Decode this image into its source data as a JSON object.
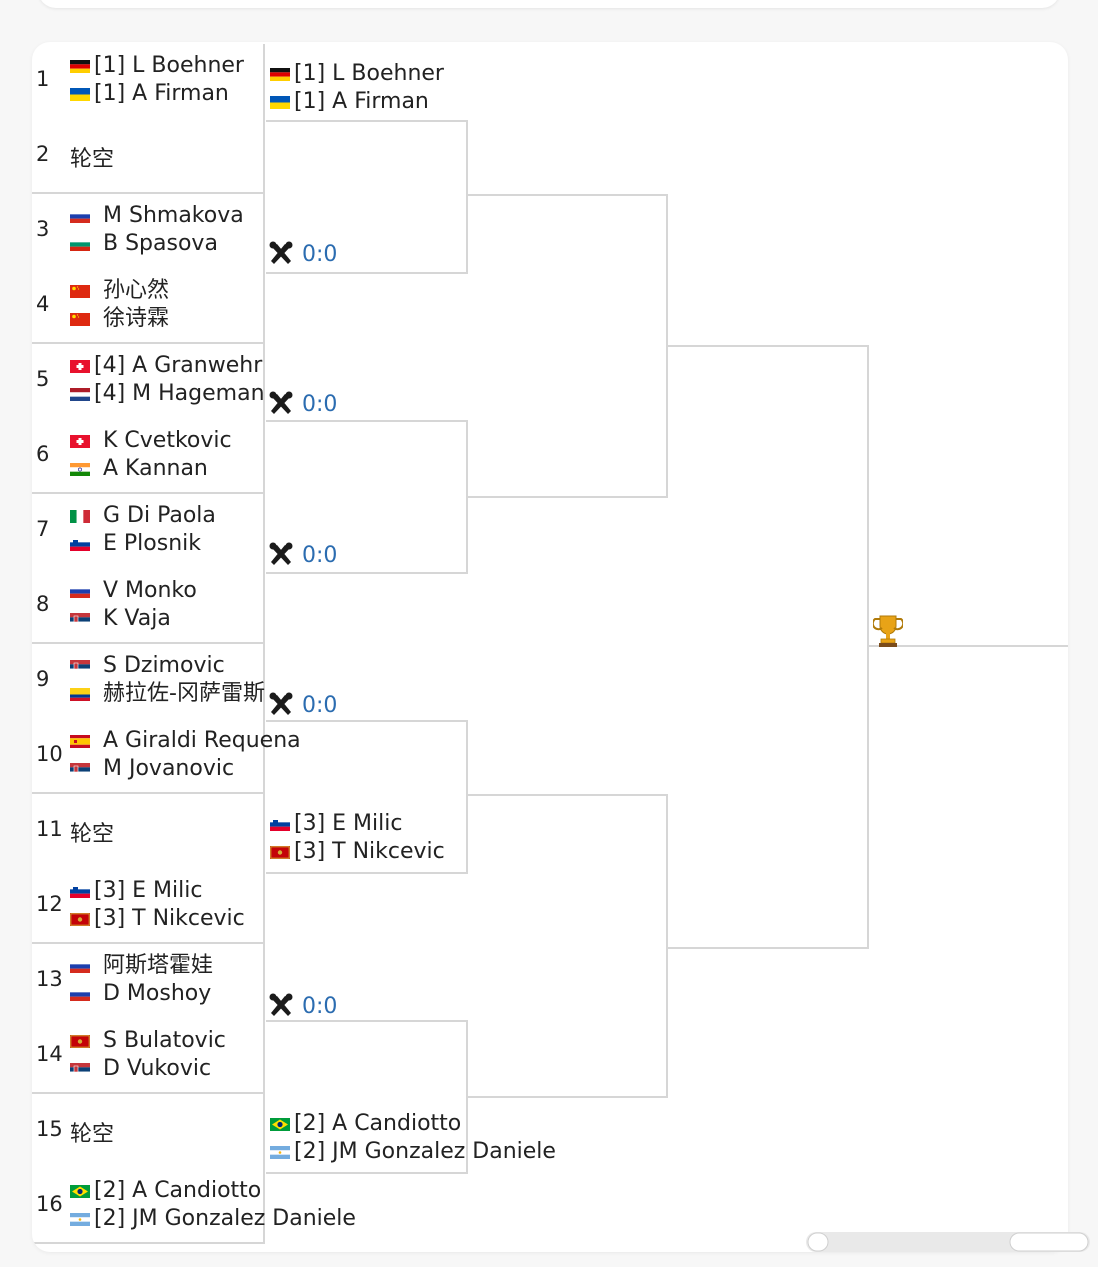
{
  "colors": {
    "score": "#2b6cb0",
    "line": "#d6d6d6"
  },
  "icons": [
    "crossed-rackets-icon",
    "trophy-icon"
  ],
  "round1": [
    {
      "no": "1",
      "players": [
        {
          "flag": "de",
          "name": "[1] L Boehner"
        },
        {
          "flag": "ua",
          "name": "[1] A Firman"
        }
      ]
    },
    {
      "no": "2",
      "bye": "轮空"
    },
    {
      "no": "3",
      "players": [
        {
          "flag": "ru",
          "name": "M Shmakova"
        },
        {
          "flag": "bg",
          "name": "B Spasova"
        }
      ]
    },
    {
      "no": "4",
      "players": [
        {
          "flag": "cn",
          "name": "孙心然"
        },
        {
          "flag": "cn",
          "name": "徐诗霖"
        }
      ]
    },
    {
      "no": "5",
      "players": [
        {
          "flag": "ch",
          "name": "[4] A Granwehr"
        },
        {
          "flag": "nl",
          "name": "[4] M Hageman"
        }
      ]
    },
    {
      "no": "6",
      "players": [
        {
          "flag": "ch",
          "name": "K Cvetkovic"
        },
        {
          "flag": "in",
          "name": "A Kannan"
        }
      ]
    },
    {
      "no": "7",
      "players": [
        {
          "flag": "it",
          "name": "G Di Paola"
        },
        {
          "flag": "si",
          "name": "E Plosnik"
        }
      ]
    },
    {
      "no": "8",
      "players": [
        {
          "flag": "ru",
          "name": "V Monko"
        },
        {
          "flag": "rs",
          "name": "K Vaja"
        }
      ]
    },
    {
      "no": "9",
      "players": [
        {
          "flag": "rs",
          "name": "S Dzimovic"
        },
        {
          "flag": "co",
          "name": "赫拉佐-冈萨雷斯"
        }
      ]
    },
    {
      "no": "10",
      "players": [
        {
          "flag": "es",
          "name": "A Giraldi Requena"
        },
        {
          "flag": "rs",
          "name": "M Jovanovic"
        }
      ]
    },
    {
      "no": "11",
      "bye": "轮空"
    },
    {
      "no": "12",
      "players": [
        {
          "flag": "si",
          "name": "[3] E Milic"
        },
        {
          "flag": "me",
          "name": "[3] T Nikcevic"
        }
      ]
    },
    {
      "no": "13",
      "players": [
        {
          "flag": "ru",
          "name": "阿斯塔霍娃"
        },
        {
          "flag": "ru",
          "name": "D Moshoy"
        }
      ]
    },
    {
      "no": "14",
      "players": [
        {
          "flag": "me",
          "name": "S Bulatovic"
        },
        {
          "flag": "rs",
          "name": "D Vukovic"
        }
      ]
    },
    {
      "no": "15",
      "bye": "轮空"
    },
    {
      "no": "16",
      "players": [
        {
          "flag": "br",
          "name": "[2] A Candiotto"
        },
        {
          "flag": "ar",
          "name": "[2] JM Gonzalez Daniele"
        }
      ]
    }
  ],
  "round2": [
    {
      "players": [
        {
          "flag": "de",
          "name": "[1] L Boehner"
        },
        {
          "flag": "ua",
          "name": "[1] A Firman"
        }
      ]
    },
    {
      "score": "0:0"
    },
    {
      "score": "0:0"
    },
    {
      "score": "0:0"
    },
    {
      "score": "0:0"
    },
    {
      "players": [
        {
          "flag": "si",
          "name": "[3] E Milic"
        },
        {
          "flag": "me",
          "name": "[3] T Nikcevic"
        }
      ]
    },
    {
      "score": "0:0"
    },
    {
      "players": [
        {
          "flag": "br",
          "name": "[2] A Candiotto"
        },
        {
          "flag": "ar",
          "name": "[2] JM Gonzalez Daniele"
        }
      ]
    }
  ]
}
